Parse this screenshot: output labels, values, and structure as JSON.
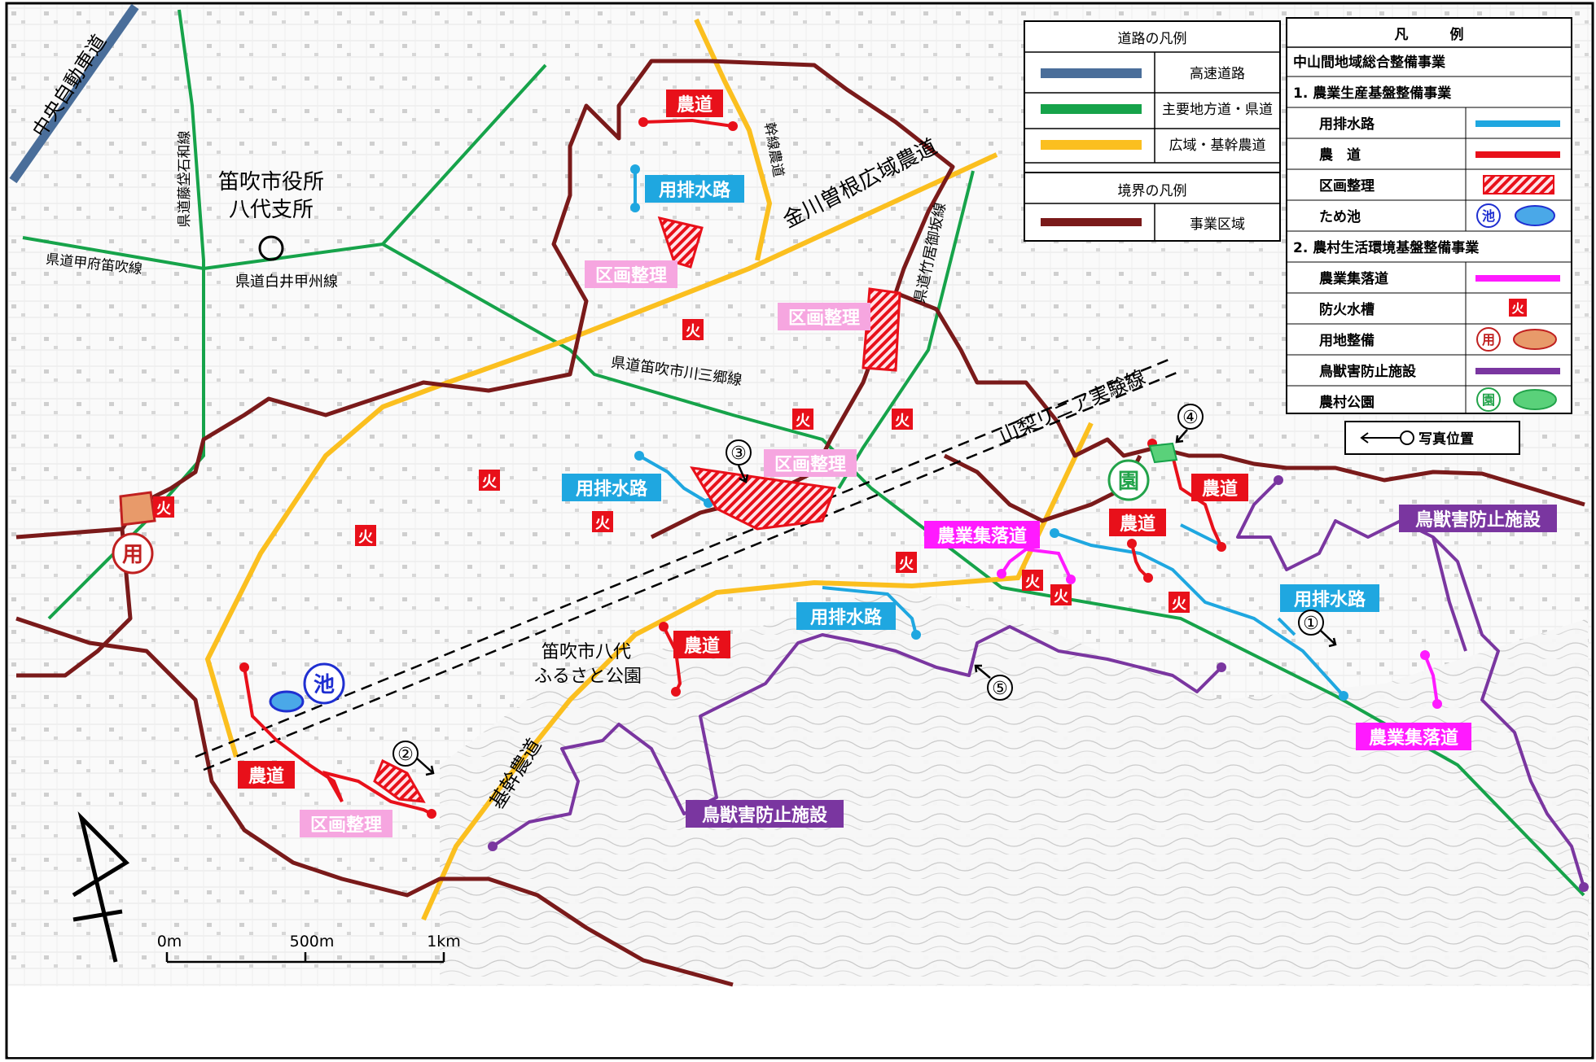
{
  "map_labels": {
    "expressway": "中央自動車道",
    "city_office_line1": "笛吹市役所",
    "city_office_line2": "八代支所",
    "road_fuefuki": "県道甲府笛吹線",
    "road_fujiishiwa": "県道藤垈石和線",
    "road_shirai": "県道白井甲州線",
    "road_kawamisato": "県道笛吹市川三郷線",
    "road_takeigobo": "県道竹居御坂線",
    "farm_road_kanegawa": "金川曽根広域農道",
    "farm_road_trunk_n": "幹線農道",
    "farm_road_trunk_s": "基幹農道",
    "linear": "山梨リニア実験線",
    "park_line1": "笛吹市八代",
    "park_line2": "ふるさと公園",
    "scale_0": "0m",
    "scale_500": "500m",
    "scale_1k": "1km"
  },
  "project_labels": {
    "noudou": "農道",
    "youhaisuiro": "用排水路",
    "kukaku": "区画整理",
    "shuraku": "農業集落道",
    "choujuu": "鳥獣害防止施設",
    "fire": "火",
    "pond": "池",
    "land": "用",
    "park": "園"
  },
  "photo_points": [
    "①",
    "②",
    "③",
    "④",
    "⑤"
  ],
  "road_legend": {
    "title": "道路の凡例",
    "items": [
      {
        "label": "高速道路",
        "color": "#4a6e9a"
      },
      {
        "label": "主要地方道・県道",
        "color": "#16a34a"
      },
      {
        "label": "広域・基幹農道",
        "color": "#fbbf1f"
      }
    ]
  },
  "boundary_legend": {
    "title": "境界の凡例",
    "items": [
      {
        "label": "事業区域",
        "color": "#7a1a1a"
      }
    ]
  },
  "main_legend": {
    "title": "凡　　　例",
    "project": "中山間地域総合整備事業",
    "section1": "1. 農業生産基盤整備事業",
    "section1_items": [
      {
        "label": "用排水路",
        "kind": "line",
        "color": "#1fa7e0"
      },
      {
        "label": "農　道",
        "kind": "line",
        "color": "#e8101a"
      },
      {
        "label": "区画整理",
        "kind": "hatch",
        "color": "#e8101a"
      },
      {
        "label": "ため池",
        "kind": "pond",
        "color": "#1f2fd1",
        "badge": "池"
      }
    ],
    "section2": "2. 農村生活環境基盤整備事業",
    "section2_items": [
      {
        "label": "農業集落道",
        "kind": "line",
        "color": "#ff1aff"
      },
      {
        "label": "防火水槽",
        "kind": "fire",
        "color": "#e8101a",
        "badge": "火"
      },
      {
        "label": "用地整備",
        "kind": "land",
        "color": "#c02020",
        "badge": "用"
      },
      {
        "label": "鳥獣害防止施設",
        "kind": "line",
        "color": "#7a36a0"
      },
      {
        "label": "農村公園",
        "kind": "park",
        "color": "#22a34a",
        "badge": "園"
      }
    ],
    "photo_label": "写真位置"
  }
}
